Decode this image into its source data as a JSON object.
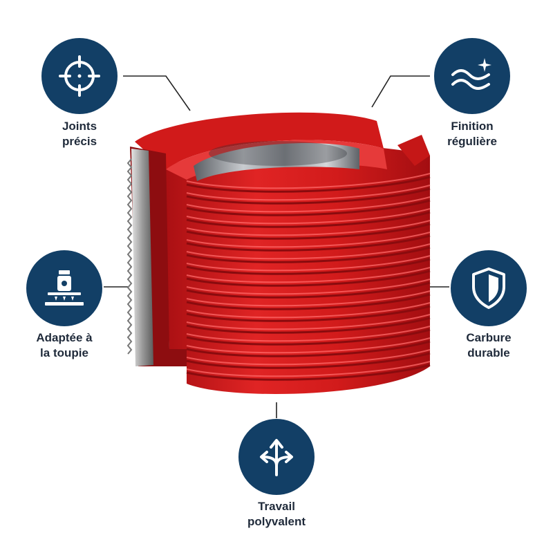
{
  "colors": {
    "badge": "#123f66",
    "cutter_red": "#d81d1d",
    "connector": "#222222",
    "text": "#1f2a3a"
  },
  "features": [
    {
      "id": "joints",
      "icon": "crosshair-icon",
      "line1": "Joints",
      "line2": "précis"
    },
    {
      "id": "finition",
      "icon": "waves-sparkle-icon",
      "line1": "Finition",
      "line2": "régulière"
    },
    {
      "id": "toupie",
      "icon": "router-table-icon",
      "line1": "Adaptée à",
      "line2": "la toupie"
    },
    {
      "id": "carbure",
      "icon": "shield-icon",
      "line1": "Carbure",
      "line2": "durable"
    },
    {
      "id": "travail",
      "icon": "branching-arrows-icon",
      "line1": "Travail",
      "line2": "polyvalent"
    }
  ]
}
